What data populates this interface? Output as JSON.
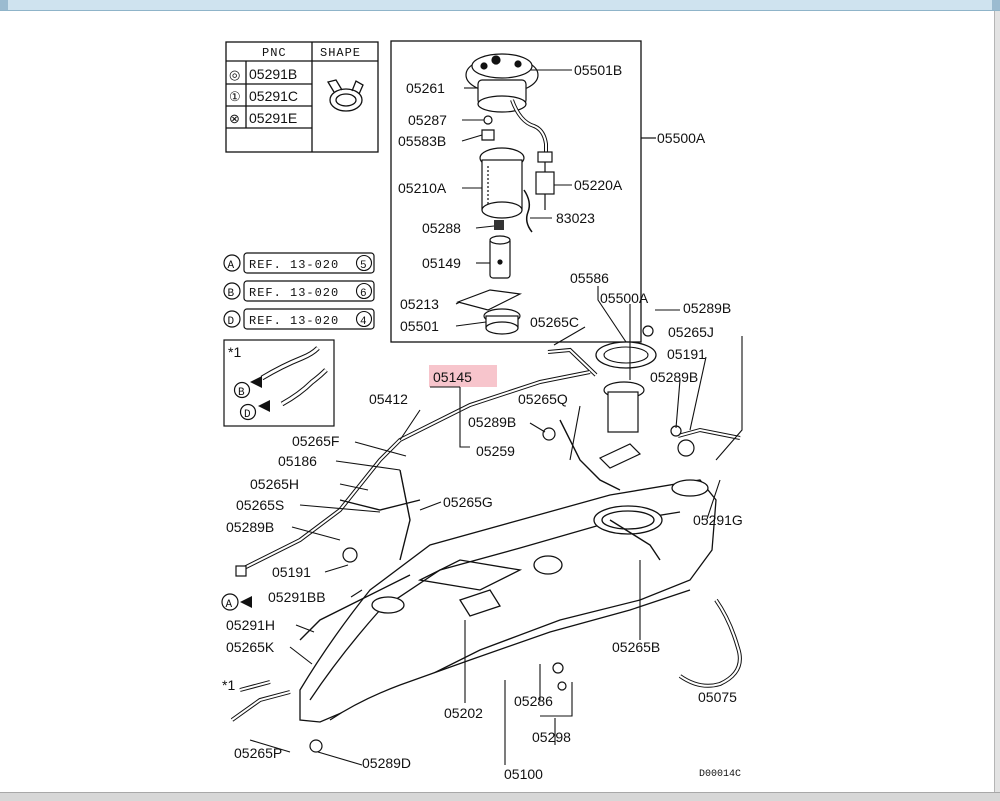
{
  "table": {
    "headers": [
      "PNC",
      "SHAPE"
    ],
    "rows": [
      {
        "symbol": "◎",
        "pnc": "05291B"
      },
      {
        "symbol": "①",
        "pnc": "05291C"
      },
      {
        "symbol": "⊗",
        "pnc": "05291E"
      }
    ]
  },
  "refs": [
    {
      "key": "A",
      "text": "REF. 13-020",
      "num": "5"
    },
    {
      "key": "B",
      "text": "REF. 13-020",
      "num": "6"
    },
    {
      "key": "D",
      "text": "REF. 13-020",
      "num": "4"
    }
  ],
  "note": {
    "mark": "*1",
    "arrows": [
      "B",
      "D"
    ]
  },
  "pump_labels": {
    "p05501b": "05501B",
    "p05261": "05261",
    "p05287": "05287",
    "p05583b": "05583B",
    "p05500a": "05500A",
    "p05210a": "05210A",
    "p05220a": "05220A",
    "p83023": "83023",
    "p05288": "05288",
    "p05149": "05149",
    "p05213": "05213",
    "p05501": "05501"
  },
  "labels": {
    "l05586": "05586",
    "l05500a": "05500A",
    "l05289b_1": "05289B",
    "l05265c": "05265C",
    "l05265j": "05265J",
    "l05191_1": "05191",
    "l05145": "05145",
    "l05289b_2": "05289B",
    "l05412": "05412",
    "l05265q": "05265Q",
    "l05289b_3": "05289B",
    "l05265f": "05265F",
    "l05259": "05259",
    "l05186": "05186",
    "l05265h": "05265H",
    "l05265s": "05265S",
    "l05265g": "05265G",
    "l05291g": "05291G",
    "l05289b_4": "05289B",
    "l05191_2": "05191",
    "l05291bb": "05291BB",
    "l05291h": "05291H",
    "l05265k": "05265K",
    "l05265b": "05265B",
    "l05075": "05075",
    "l05286": "05286",
    "l05202": "05202",
    "l05298": "05298",
    "l05265p": "05265P",
    "l05289d": "05289D",
    "l05100": "05100",
    "star1": "*1",
    "a_circle": "A"
  },
  "footer_code": "D00014C",
  "highlight_color": "#f7c5cc"
}
